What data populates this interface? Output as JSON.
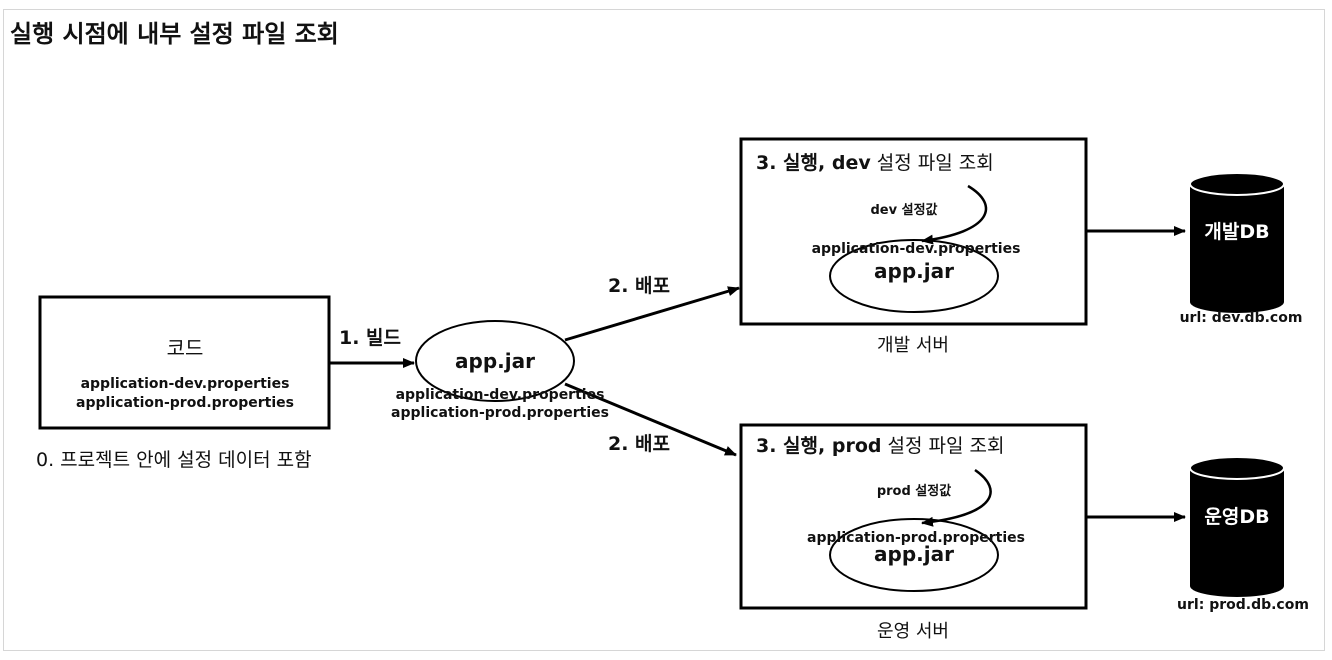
{
  "title": "실행 시점에 내부 설정 파일 조회",
  "code_box": {
    "label": "코드",
    "props_dev": "application-dev.properties",
    "props_prod": "application-prod.properties"
  },
  "project_caption": "0. 프로젝트 안에 설정 데이터 포함",
  "build_label": "1. 빌드",
  "jar": {
    "label": "app.jar",
    "props_dev": "application-dev.properties",
    "props_prod": "application-prod.properties"
  },
  "deploy_label_top": "2. 배포",
  "deploy_label_bottom": "2. 배포",
  "dev_server": {
    "step_prefix": "3. 실행, ",
    "step_env": "dev",
    "step_suffix": " 설정 파일 조회",
    "value_label": "dev 설정값",
    "props": "application-dev.properties",
    "jar": "app.jar",
    "caption": "개발 서버"
  },
  "prod_server": {
    "step_prefix": "3. 실행, ",
    "step_env": "prod",
    "step_suffix": " 설정 파일 조회",
    "value_label": "prod 설정값",
    "props": "application-prod.properties",
    "jar": "app.jar",
    "caption": "운영 서버"
  },
  "dev_db": {
    "label": "개발DB",
    "url": "url: dev.db.com"
  },
  "prod_db": {
    "label": "운영DB",
    "url": "url: prod.db.com"
  },
  "colors": {
    "stroke": "#000000",
    "db_fill": "#000000",
    "frame": "#d6d6d6"
  }
}
